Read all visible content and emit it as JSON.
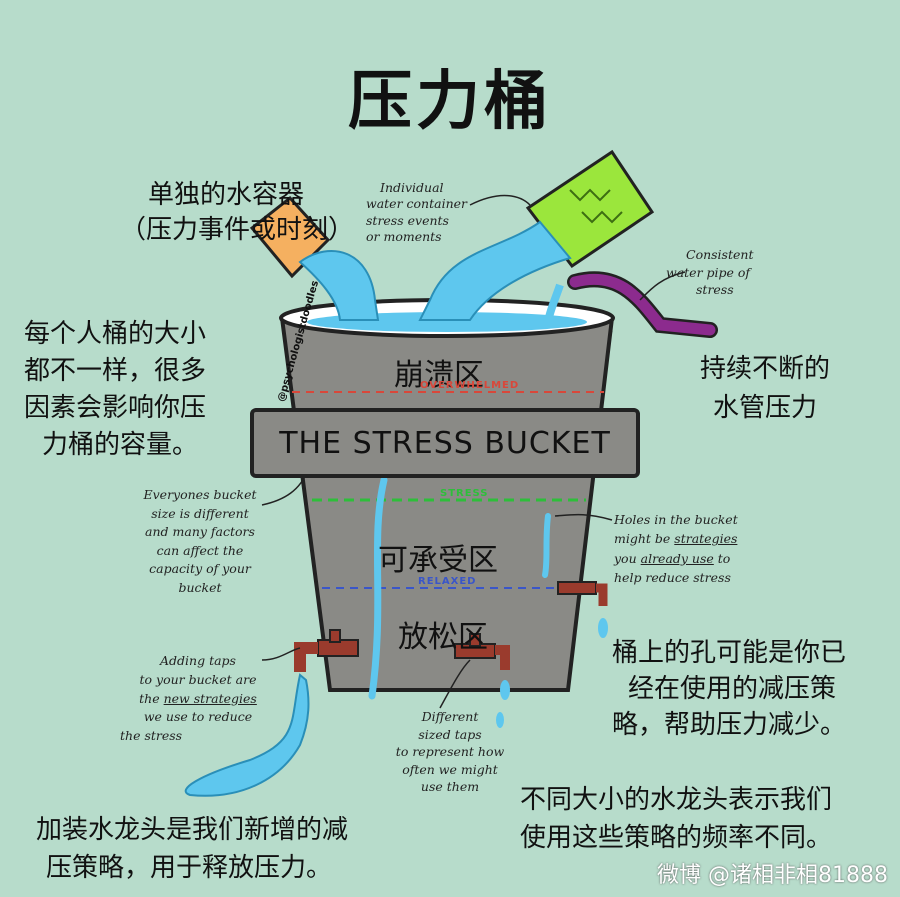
{
  "title": "压力桶",
  "labels_cn": {
    "individual_container": [
      "单独的水容器",
      "（压力事件或时刻）"
    ],
    "bucket_size": [
      "每个人桶的大小",
      "都不一样，很多",
      "因素会影响你压",
      "力桶的容量。"
    ],
    "consistent_pipe": [
      "持续不断的",
      "水管压力"
    ],
    "holes": [
      "桶上的孔可能是你已",
      "经在使用的减压策",
      "略，帮助压力减少。"
    ],
    "taps_sizes": [
      "不同大小的水龙头表示我们",
      "使用这些策略的频率不同。"
    ],
    "adding_taps": [
      "加装水龙头是我们新增的减",
      "压策略，用于释放压力。"
    ]
  },
  "labels_en": {
    "individual": [
      "Individual",
      "water container",
      "stress events",
      "or moments"
    ],
    "consistent": [
      "Consistent",
      "water pipe of",
      "stress"
    ],
    "everyone": [
      "Everyones bucket",
      "size is different",
      "and many factors",
      "can affect the",
      "capacity of your",
      "bucket"
    ],
    "holes_a": "Holes in the bucket",
    "holes_b1": "might be ",
    "holes_b2": "strategies",
    "holes_c1": "you ",
    "holes_c2": "already use",
    "holes_c3": " to",
    "holes_d": "help reduce stress",
    "adding_a": "Adding taps",
    "adding_b": "to your bucket are",
    "adding_c1": "the ",
    "adding_c2": "new strategies",
    "adding_d": "we use to reduce",
    "adding_e": "the stress",
    "different": [
      "Different",
      "sized taps",
      "to represent how",
      "often we might",
      "use them"
    ]
  },
  "zones": {
    "overwhelmed_cn": "崩溃区",
    "overwhelmed_en": "OVERWHELMED",
    "stress_cn": "可承受区",
    "stress_en": "STRESS",
    "relaxed_cn": "放松区",
    "relaxed_en": "RELAXED"
  },
  "banner": "THE STRESS BUCKET",
  "signature": "@psychologistdoodles",
  "watermark": "微博 @诸相非相81888",
  "colors": {
    "background": "#b7dccb",
    "bucket": "#8a8a86",
    "water": "#5ec7ee",
    "pipe": "#8c2b8e",
    "cup_orange": "#f5b060",
    "cup_green": "#9be63c",
    "tap": "#9a3b2d",
    "overwhelmed_line": "#d9473a",
    "stress_line": "#2dbf3a",
    "relaxed_line": "#3a56c9"
  }
}
